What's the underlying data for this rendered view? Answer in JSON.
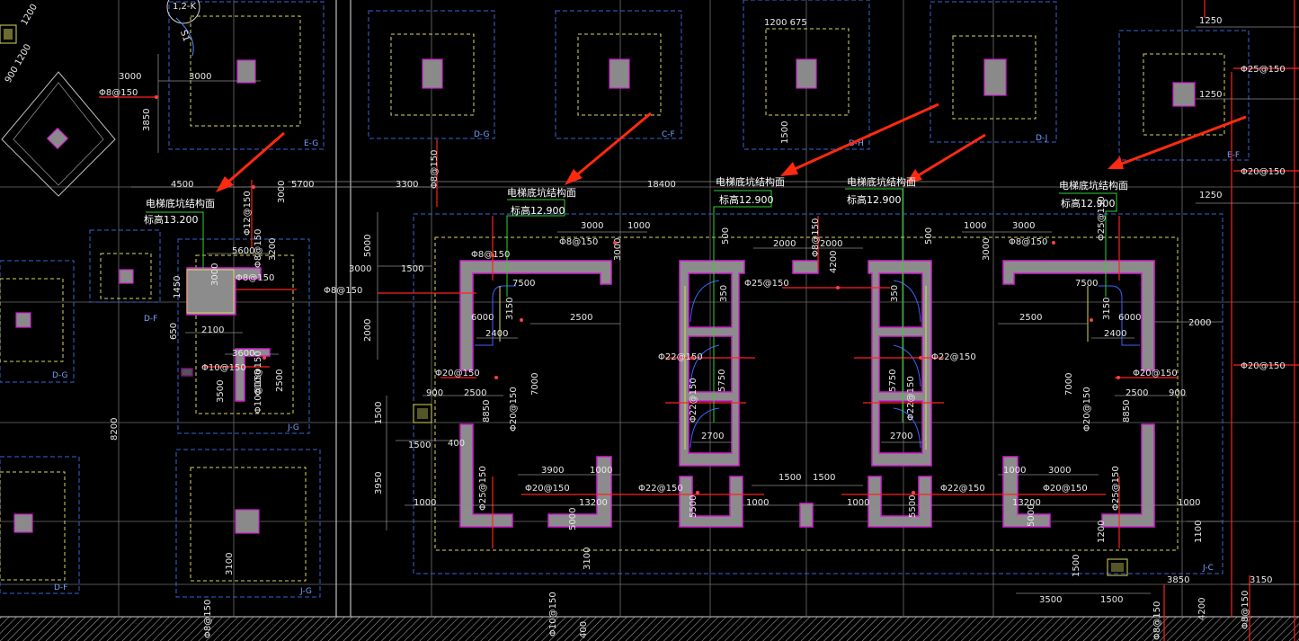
{
  "grid_tags": {
    "e_g": "E-G",
    "d_g_top": "D-G",
    "c_f_top": "C-F",
    "d_h": "D-H",
    "d_j": "D-J",
    "e_f": "E-F",
    "d_f_left": "D-F",
    "d_g_left": "D-G",
    "j_g_mid": "J-G",
    "d_f_bottom": "D-F",
    "j_g_bottom": "J-G",
    "j_c": "J-C"
  },
  "callouts": [
    {
      "title": "电梯底坑结构面",
      "level": "标高13.200"
    },
    {
      "title": "电梯底坑结构面",
      "level": "标高12.900"
    },
    {
      "title": "电梯底坑结构面",
      "level": "标高12.900"
    },
    {
      "title": "电梯底坑结构面",
      "level": "标高12.900"
    },
    {
      "title": "电梯底坑结构面",
      "level": "标高12.900"
    }
  ],
  "dims": {
    "d3000a": "3000",
    "d3000b": "3000",
    "d3850a": "3850",
    "d4500": "4500",
    "d5700": "5700",
    "d3300": "3300",
    "d18400": "18400",
    "d1200_675": "1200 675",
    "d1250a": "1250",
    "d1250b": "1250",
    "d1250c": "1250",
    "d1500_top": "1500",
    "d3000c": "3000",
    "d5600": "5600",
    "d3200": "3200",
    "d1450": "1450",
    "d3000d": "3000",
    "d2100": "2100",
    "d650": "650",
    "d3600": "3600",
    "d3500a": "3500",
    "d2500a": "2500",
    "d8200": "8200",
    "d3100a": "3100",
    "d5000": "5000",
    "d3000e": "3000",
    "d1500a": "1500",
    "d2000a": "2000",
    "d3000f": "3000",
    "d1000a": "1000",
    "d3000g": "3000",
    "d7500a": "7500",
    "d3150a": "3150",
    "d6000a": "6000",
    "d2500b": "2500",
    "d2400a": "2400",
    "d900a": "900",
    "d2500c": "2500",
    "d7000a": "7000",
    "d8850a": "8850",
    "d1500b": "1500",
    "d1500c": "1500",
    "d400": "400",
    "d3950": "3950",
    "d1000b": "1000",
    "d3900": "3900",
    "d1000c": "1000",
    "d13200a": "13200",
    "d5000b": "5000",
    "d3100b": "3100",
    "d500a": "500",
    "d2000b": "2000",
    "d2000c": "2000",
    "d4200": "4200",
    "d500b": "500",
    "d350a": "350",
    "d350b": "350",
    "d5750a": "5750",
    "d5750b": "5750",
    "d2700a": "2700",
    "d2700b": "2700",
    "d1500d": "1500",
    "d1500e": "1500",
    "d1000d": "1000",
    "d1000e": "1000",
    "d5500a": "5500",
    "d5500b": "5500",
    "d1000f": "1000",
    "d3000h": "3000",
    "d7500b": "7500",
    "d2500d": "2500",
    "d3150b": "3150",
    "d6000b": "6000",
    "d2400b": "2400",
    "d2000d": "2000",
    "d2500e": "2500",
    "d900b": "900",
    "d7000b": "7000",
    "d8850b": "8850",
    "d1000g": "1000",
    "d3000i": "3000",
    "d13200b": "13200",
    "d5000c": "5000",
    "d1200": "1200",
    "d1000h": "1000",
    "d1100": "1100",
    "d1500f": "1500",
    "d3850b": "3850",
    "d3150c": "3150",
    "d3500b": "3500",
    "d1500g": "1500",
    "d4200b": "4200",
    "d400b": "400",
    "d900_1200": "900 1200",
    "d1200b": "1200"
  },
  "rebar": {
    "r1": "Φ8@150",
    "r2": "Φ8@150",
    "r3": "Φ12@150",
    "r4": "Φ8@150",
    "r5": "Φ8@150",
    "r6": "Φ10@150",
    "r7": "Φ10@150",
    "r8": "Φ10@150",
    "r9": "Φ8@150",
    "r10": "Φ8@150",
    "r11": "Φ8@150",
    "r12": "Φ20@150",
    "r13": "Φ20@150",
    "r14": "Φ25@150",
    "r15": "Φ20@150",
    "r16": "Φ25@150",
    "r17": "Φ22@150",
    "r18": "Φ22@150",
    "r19": "Φ22@150",
    "r20": "Φ22@150",
    "r21": "Φ22@150",
    "r22": "Φ22@150",
    "r23": "Φ20@150",
    "r24": "Φ20@150",
    "r25": "Φ25@150",
    "r26": "Φ8@150",
    "r27": "Φ25@150",
    "r28": "Φ25@150",
    "r29": "Φ20@150",
    "r30": "Φ20@150",
    "r31": "Φ20@150",
    "r32": "Φ8@150",
    "r33": "Φ10@150",
    "r34": "Φ8@150",
    "r35": "Φ8@150",
    "r36": "Φ8@150"
  },
  "marks": {
    "m1": "1,2-K",
    "m2": "S1"
  },
  "colors": {
    "background": "#000000",
    "wall": "#8c8c8c",
    "wall_outline": "#d020d0",
    "arrow": "#ff2a10",
    "dim_line": "#8a8a8a",
    "foundation": "#3a64d8",
    "leader": "#30d030"
  }
}
